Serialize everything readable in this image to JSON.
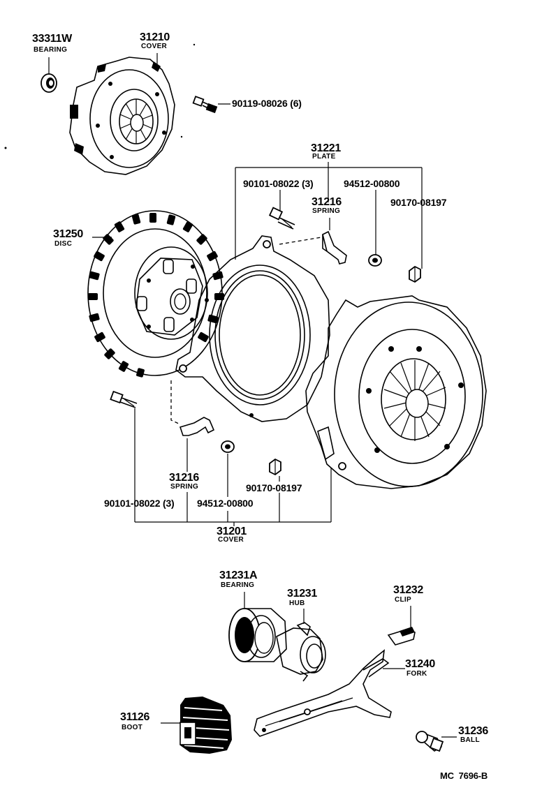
{
  "parts": {
    "p33311W": {
      "number": "33311W",
      "name": "BEARING"
    },
    "p31210": {
      "number": "31210",
      "name": "COVER"
    },
    "bolt_90119": {
      "code": "90119-08026 (6)"
    },
    "p31221": {
      "number": "31221",
      "name": "PLATE"
    },
    "bolt_90101_top": {
      "code": "90101-08022 (3)"
    },
    "nut_94512_top": {
      "code": "94512-00800"
    },
    "spring_31216_top": {
      "number": "31216",
      "name": "SPRING"
    },
    "nut_90170_top": {
      "code": "90170-08197"
    },
    "p31250": {
      "number": "31250",
      "name": "DISC"
    },
    "spring_31216_bottom": {
      "number": "31216",
      "name": "SPRING"
    },
    "nut_90170_bottom": {
      "code": "90170-08197"
    },
    "bolt_90101_bottom": {
      "code": "90101-08022 (3)"
    },
    "nut_94512_bottom": {
      "code": "94512-00800"
    },
    "p31201": {
      "number": "31201",
      "name": "COVER"
    },
    "p31231A": {
      "number": "31231A",
      "name": "BEARING"
    },
    "p31231": {
      "number": "31231",
      "name": "HUB"
    },
    "p31232": {
      "number": "31232",
      "name": "CLIP"
    },
    "p31240": {
      "number": "31240",
      "name": "FORK"
    },
    "p31126": {
      "number": "31126",
      "name": "BOOT"
    },
    "p31236": {
      "number": "31236",
      "name": "BALL"
    }
  },
  "diagram_code": "MC  7696-B"
}
